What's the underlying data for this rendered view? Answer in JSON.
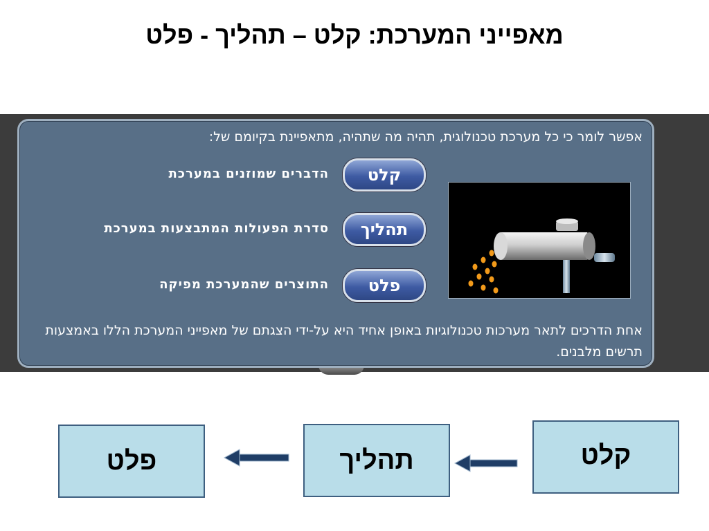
{
  "title": "מאפייני המערכת: קלט – תהליך - פלט",
  "panel": {
    "intro": "אפשר לומר כי כל מערכת טכנולוגית, תהיה מה שתהיה, מתאפיינת בקיומם של:",
    "rows": [
      {
        "label": "קלט",
        "desc": "הדברים שמוזנים במערכת"
      },
      {
        "label": "תהליך",
        "desc": "סדרת הפעולות המתבצעות במערכת"
      },
      {
        "label": "פלט",
        "desc": "התוצרים שהמערכת מפיקה"
      }
    ],
    "bottom": "אחת הדרכים לתאר מערכות טכנולוגיות באופן אחיד היא על-ידי הצגתם של מאפייני המערכת הללו באמצעות תרשים מלבנים."
  },
  "diagram": {
    "input": "קלט",
    "process": "תהליך",
    "output": "פלט"
  },
  "colors": {
    "panel": "#586f87",
    "pill": "#3e5ba3",
    "box_fill": "#b9dde9",
    "arrow": "#1f3d66"
  }
}
